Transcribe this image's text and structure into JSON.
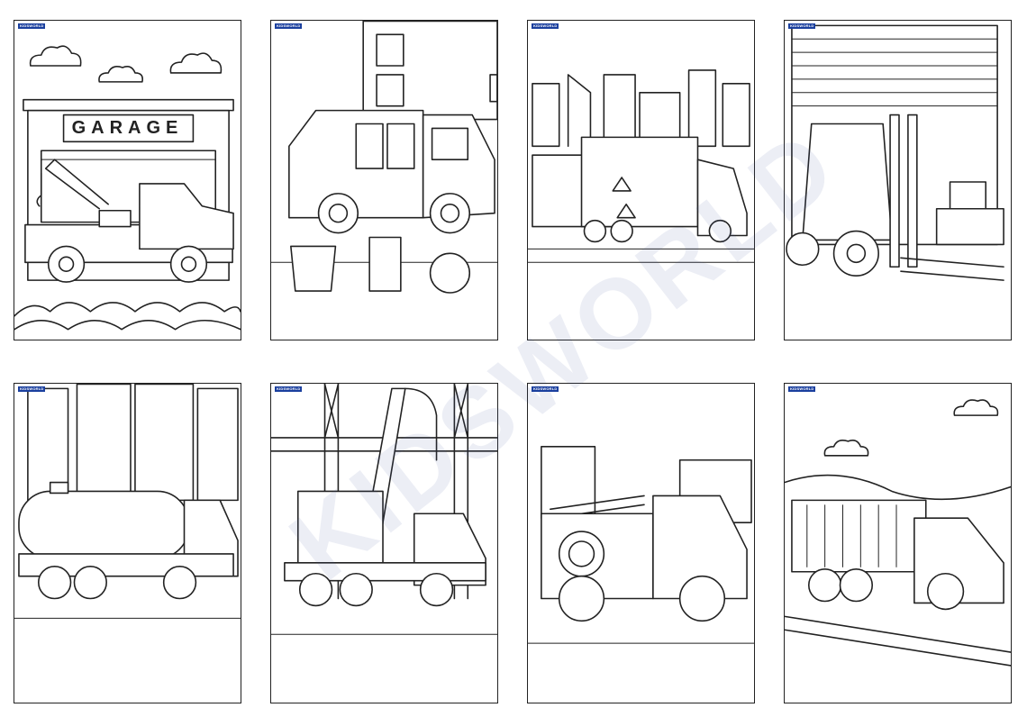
{
  "brand_badge": "KIDSWORLD",
  "pages": [
    {
      "id": "tow-truck",
      "sign": "GARAGE"
    },
    {
      "id": "garbage-truck"
    },
    {
      "id": "hazmat-truck"
    },
    {
      "id": "forklift"
    },
    {
      "id": "tanker-truck"
    },
    {
      "id": "crane-truck"
    },
    {
      "id": "fire-truck"
    },
    {
      "id": "container-truck"
    }
  ],
  "colors": {
    "line": "#222222",
    "badge": "#1a3f9e",
    "watermark": "#465aa0"
  }
}
